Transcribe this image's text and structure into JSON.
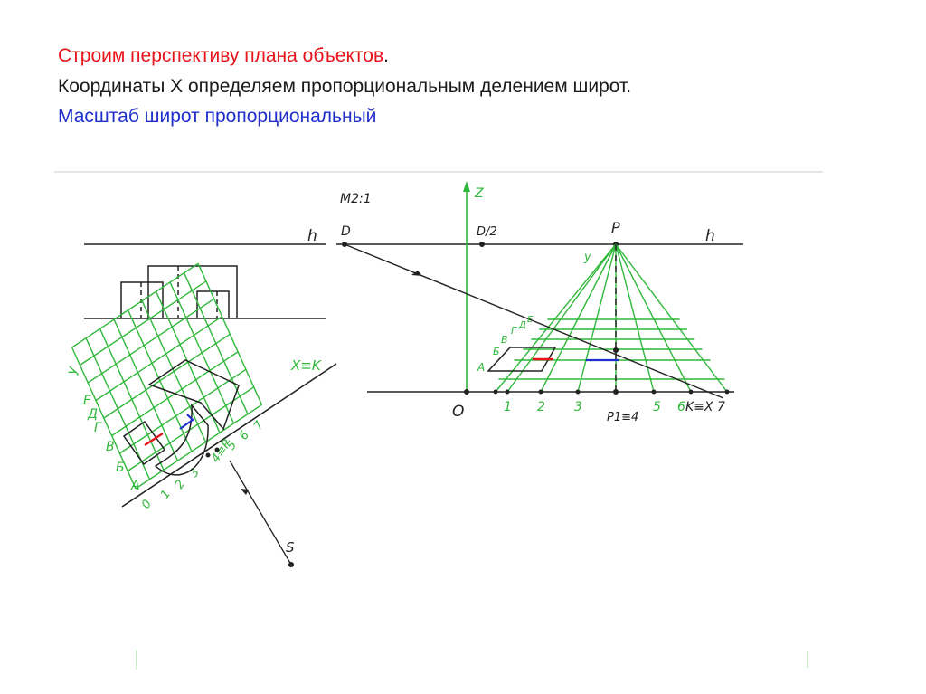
{
  "slide": {
    "line1": {
      "text": "Строим перспективу плана объектов",
      "suffix": "."
    },
    "line2": "Координаты Х определяем пропорциональным делением широт.",
    "line3": "Масштаб широт пропорциональный"
  },
  "colors": {
    "red": "#e8141c",
    "blue": "#1f2fcc",
    "green": "#2fb83a",
    "ink": "#222222"
  },
  "drawing": {
    "scale": "M2:1",
    "left": {
      "h": "h",
      "axis_label": "X≡K",
      "y_label": "y",
      "side_letters": [
        "Е",
        "Д",
        "Г",
        "В",
        "Б",
        "А"
      ],
      "bottom_numbers": [
        "0",
        "1",
        "2",
        "3",
        "4≡P",
        "5",
        "6",
        "7"
      ],
      "s": "S"
    },
    "right": {
      "d": "D",
      "d2": "D/2",
      "p": "P",
      "h": "h",
      "z": "Z",
      "y": "y",
      "o": "O",
      "a": "А",
      "b": "Б",
      "v": "В",
      "g": "Г",
      "d_letter": "Д",
      "e": "Е",
      "numbers": [
        "1",
        "2",
        "3",
        "5",
        "6"
      ],
      "p1": "P1≡4",
      "kx": "K≡X 7"
    }
  }
}
